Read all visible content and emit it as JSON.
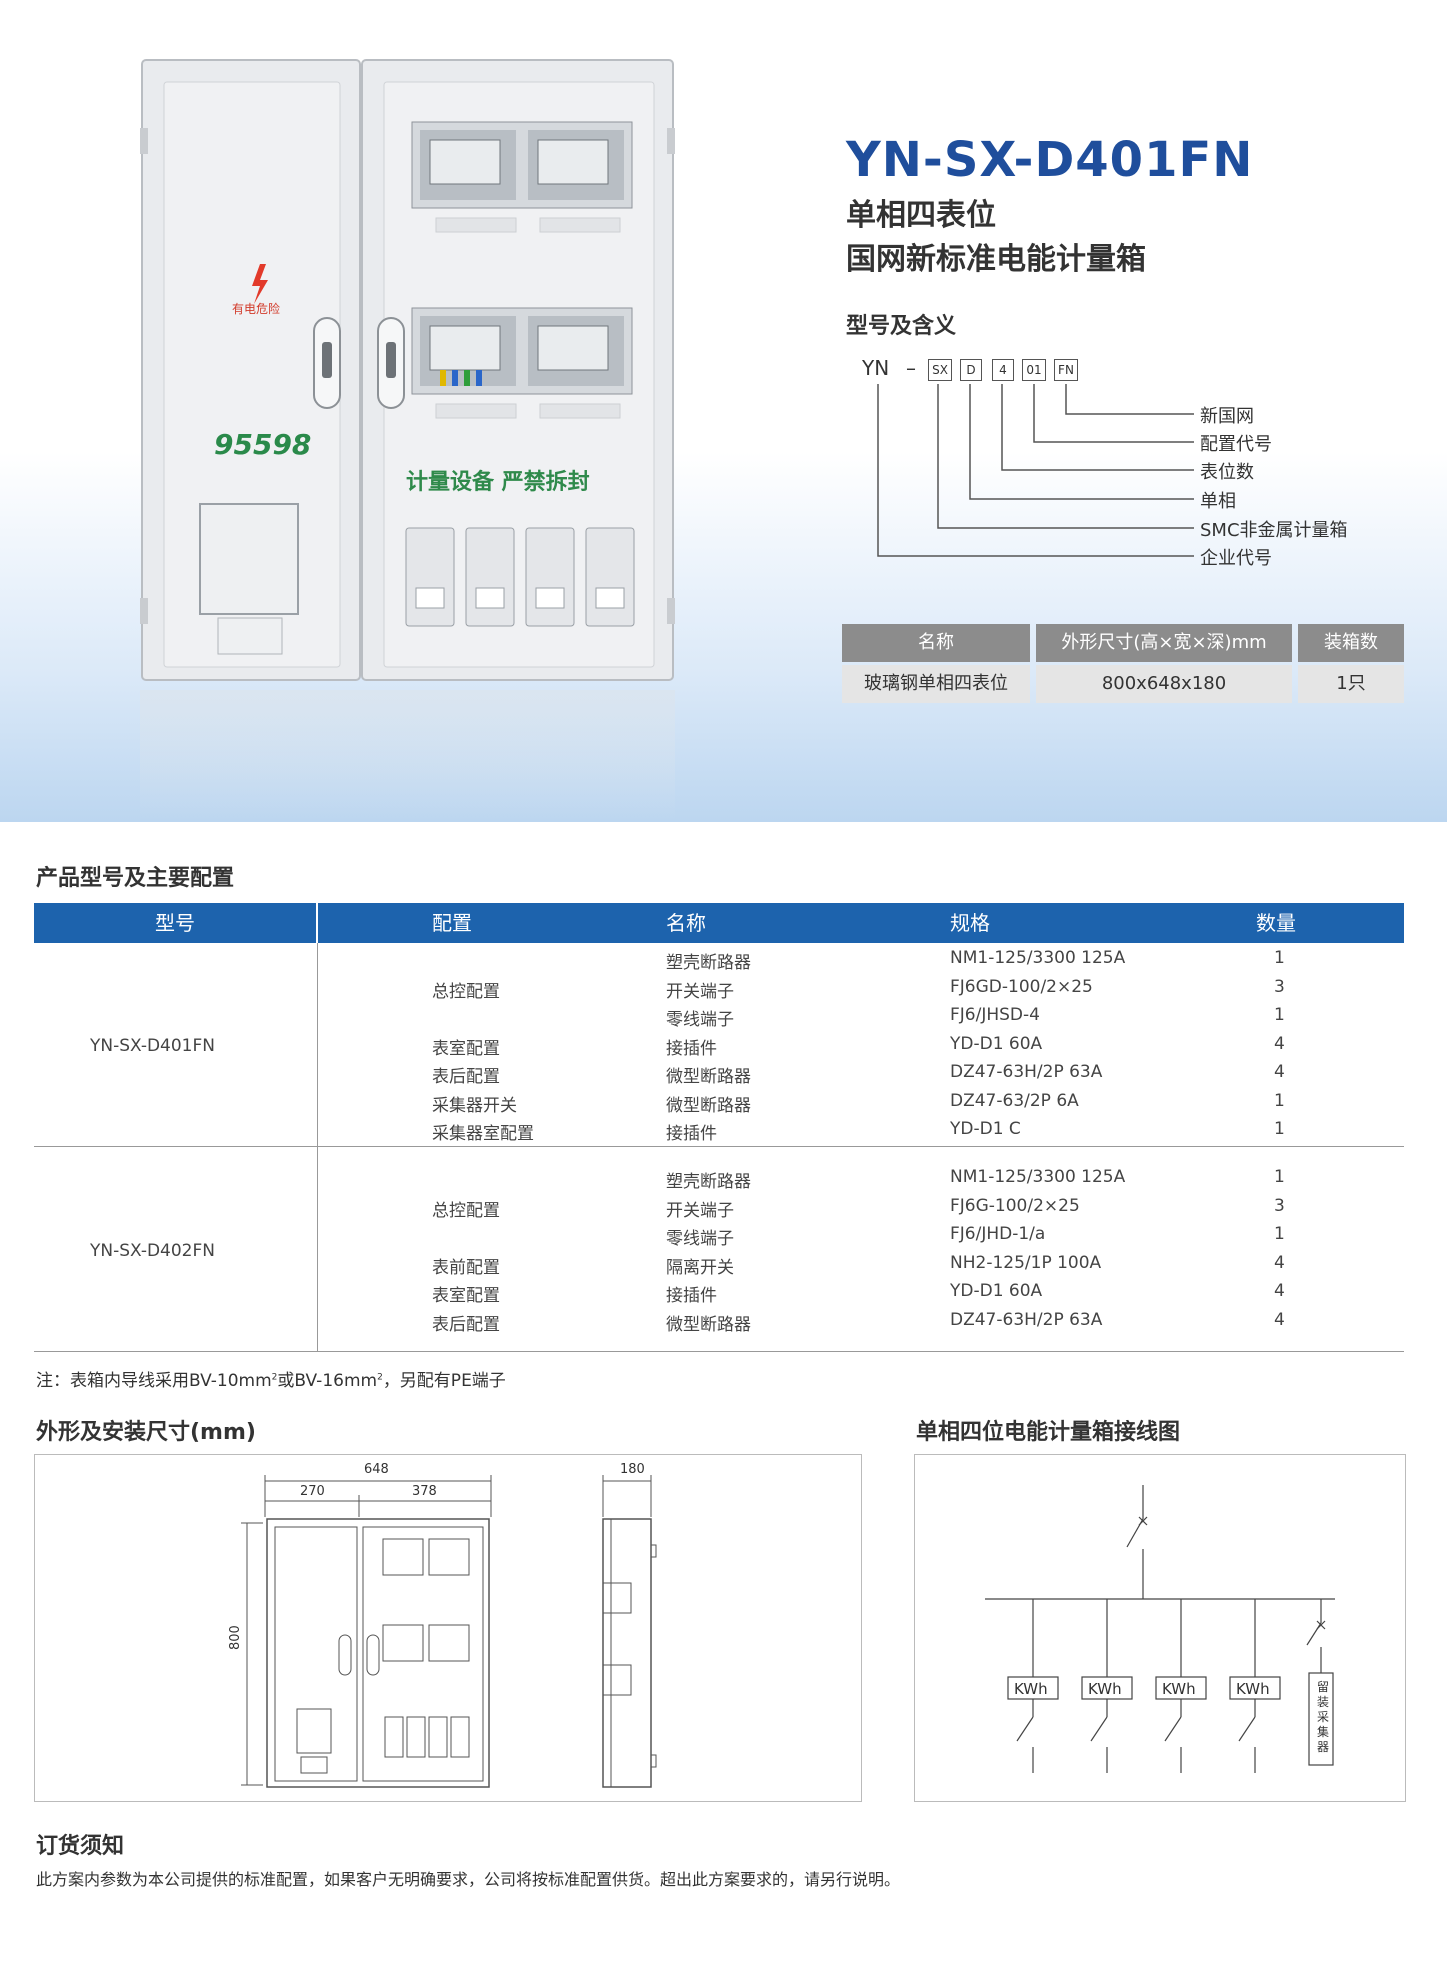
{
  "product": {
    "model": "YN-SX-D401FN",
    "subtitle1": "单相四表位",
    "subtitle2": "国网新标准电能计量箱",
    "cabinet_text": {
      "warning": "有电危险",
      "hotline": "95598",
      "slogan": "计量设备 严禁拆封"
    }
  },
  "meaning": {
    "heading": "型号及含义",
    "prefix": "YN",
    "dash": "–",
    "codes": [
      "SX",
      "D",
      "4",
      "01",
      "FN"
    ],
    "labels": [
      "新国网",
      "配置代号",
      "表位数",
      "单相",
      "SMC非金属计量箱",
      "企业代号"
    ]
  },
  "spec": {
    "headers": [
      "名称",
      "外形尺寸(高×宽×深)mm",
      "装箱数"
    ],
    "row": [
      "玻璃钢单相四表位",
      "800x648x180",
      "1只"
    ]
  },
  "config": {
    "heading": "产品型号及主要配置",
    "headers": [
      "型号",
      "配置",
      "名称",
      "规格",
      "数量"
    ],
    "groups": [
      {
        "model": "YN-SX-D401FN",
        "rows": [
          {
            "config": "",
            "name": "塑壳断路器",
            "spec": "NM1-125/3300 125A",
            "qty": "1"
          },
          {
            "config": "总控配置",
            "name": "开关端子",
            "spec": "FJ6GD-100/2×25",
            "qty": "3"
          },
          {
            "config": "",
            "name": "零线端子",
            "spec": "FJ6/JHSD-4",
            "qty": "1"
          },
          {
            "config": "表室配置",
            "name": "接插件",
            "spec": "YD-D1 60A",
            "qty": "4"
          },
          {
            "config": "表后配置",
            "name": "微型断路器",
            "spec": "DZ47-63H/2P 63A",
            "qty": "4"
          },
          {
            "config": "采集器开关",
            "name": "微型断路器",
            "spec": "DZ47-63/2P 6A",
            "qty": "1"
          },
          {
            "config": "采集器室配置",
            "name": "接插件",
            "spec": "YD-D1 C",
            "qty": "1"
          }
        ]
      },
      {
        "model": "YN-SX-D402FN",
        "rows": [
          {
            "config": "",
            "name": "塑壳断路器",
            "spec": "NM1-125/3300 125A",
            "qty": "1"
          },
          {
            "config": "总控配置",
            "name": "开关端子",
            "spec": "FJ6G-100/2×25",
            "qty": "3"
          },
          {
            "config": "",
            "name": "零线端子",
            "spec": "FJ6/JHD-1/a",
            "qty": "1"
          },
          {
            "config": "表前配置",
            "name": "隔离开关",
            "spec": "NH2-125/1P 100A",
            "qty": "4"
          },
          {
            "config": "表室配置",
            "name": "接插件",
            "spec": "YD-D1 60A",
            "qty": "4"
          },
          {
            "config": "表后配置",
            "name": "微型断路器",
            "spec": "DZ47-63H/2P 63A",
            "qty": "4"
          }
        ]
      }
    ],
    "note_a": "注：表箱内导线采用BV-10mm",
    "note_sup": "2",
    "note_b": "或BV-16mm",
    "note_c": "，另配有PE端子"
  },
  "dimensions": {
    "heading": "外形及安装尺寸(mm)",
    "width_total": "648",
    "width_left": "270",
    "width_right": "378",
    "height": "800",
    "depth": "180"
  },
  "wiring": {
    "heading": "单相四位电能计量箱接线图",
    "meter_label": "KWh",
    "collector_label": "留装采集器"
  },
  "order": {
    "heading": "订货须知",
    "text": "此方案内参数为本公司提供的标准配置，如果客户无明确要求，公司将按标准配置供货。超出此方案要求的，请另行说明。"
  }
}
